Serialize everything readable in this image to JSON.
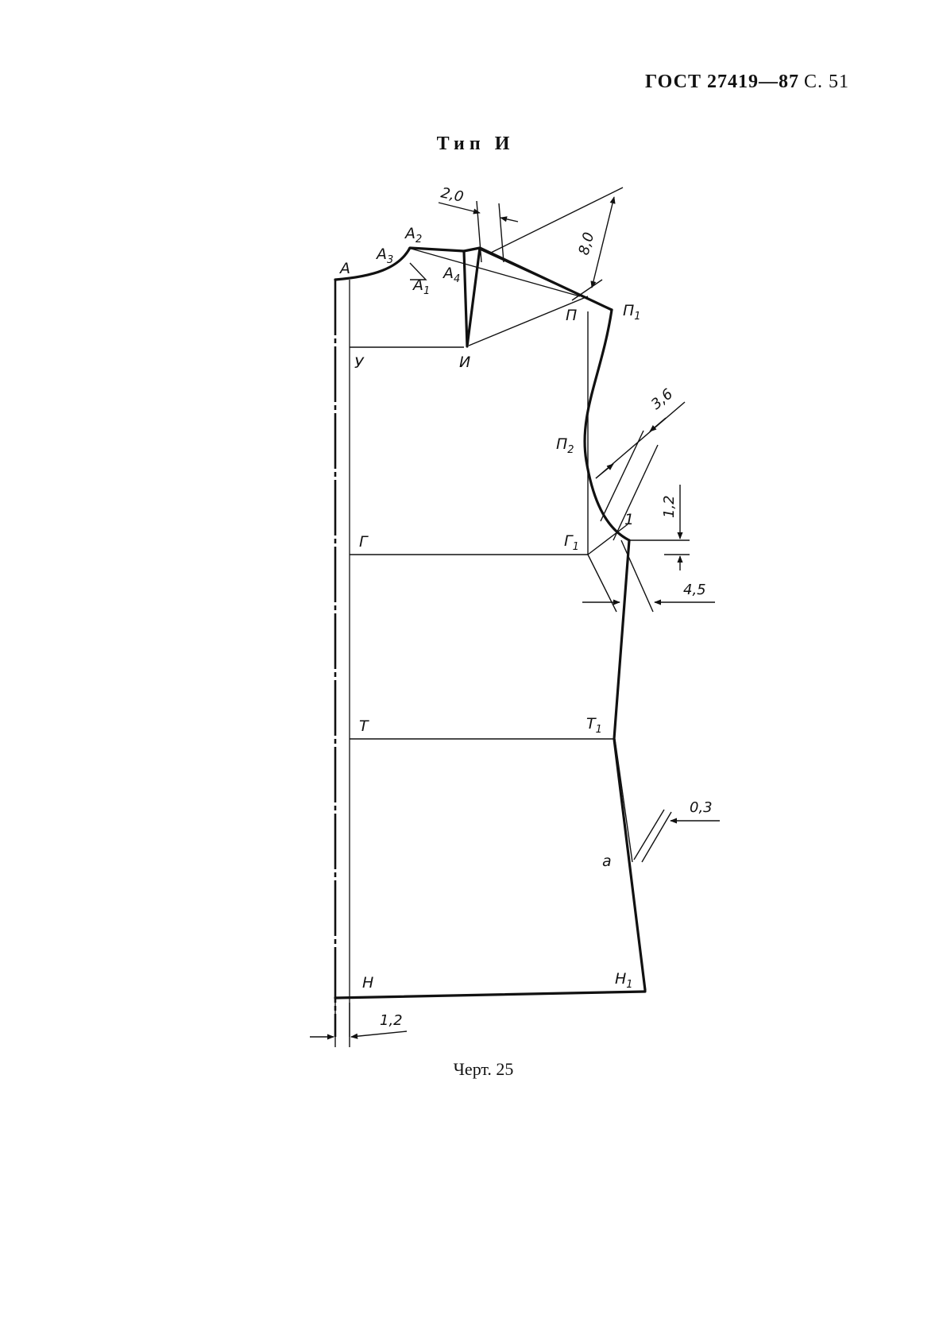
{
  "header": {
    "standard": "ГОСТ 27419—87",
    "page": "С. 51"
  },
  "type_title": "Тип И",
  "caption": "Черт. 25",
  "points": [
    {
      "id": "A",
      "text": "A",
      "sub": ""
    },
    {
      "id": "A3",
      "text": "A",
      "sub": "3"
    },
    {
      "id": "A2",
      "text": "A",
      "sub": "2"
    },
    {
      "id": "A1",
      "text": "A",
      "sub": "1"
    },
    {
      "id": "A4",
      "text": "A",
      "sub": "4"
    },
    {
      "id": "P",
      "text": "П",
      "sub": ""
    },
    {
      "id": "P1",
      "text": "П",
      "sub": "1"
    },
    {
      "id": "U",
      "text": "У",
      "sub": ""
    },
    {
      "id": "I",
      "text": "И",
      "sub": ""
    },
    {
      "id": "P2",
      "text": "П",
      "sub": "2"
    },
    {
      "id": "G",
      "text": "Г",
      "sub": ""
    },
    {
      "id": "G1",
      "text": "Г",
      "sub": "1"
    },
    {
      "id": "one",
      "text": "1",
      "sub": ""
    },
    {
      "id": "T",
      "text": "Т",
      "sub": ""
    },
    {
      "id": "T1",
      "text": "Т",
      "sub": "1"
    },
    {
      "id": "a",
      "text": "а",
      "sub": ""
    },
    {
      "id": "H",
      "text": "Н",
      "sub": ""
    },
    {
      "id": "H1",
      "text": "Н",
      "sub": "1"
    }
  ],
  "dimensions": {
    "d2_0": "2,0",
    "d8_0": "8,0",
    "d3_6": "3,6",
    "d1_2_side": "1,2",
    "d4_5": "4,5",
    "d0_3": "0,3",
    "d1_2_bottom": "1,2"
  }
}
